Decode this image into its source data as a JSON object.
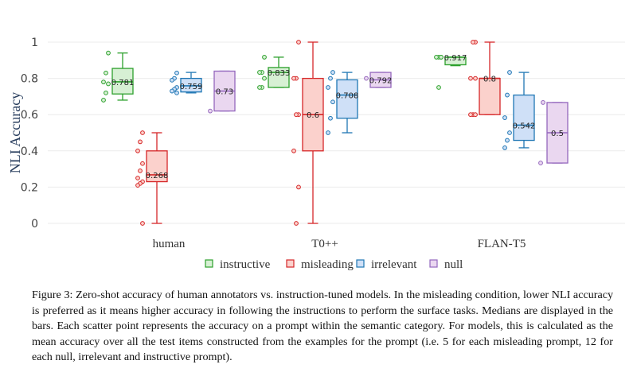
{
  "chart_data": {
    "type": "box",
    "ylabel": "NLI Accuracy",
    "ylim": [
      0,
      1
    ],
    "yticks": [
      "0",
      "0.2",
      "0.4",
      "0.6",
      "0.8",
      "1"
    ],
    "categories": [
      "human",
      "T0++",
      "FLAN-T5"
    ],
    "legend_position": "bottom",
    "grid": true,
    "series": [
      {
        "name": "instructive",
        "color": "#2ca02c",
        "fill": "#d7f0d4",
        "boxes": [
          {
            "min": 0.68,
            "q1": 0.714,
            "median": 0.781,
            "q3": 0.855,
            "max": 0.94,
            "label": "0.781",
            "points": [
              0.94,
              0.83,
              0.78,
              0.77,
              0.72,
              0.68
            ]
          },
          {
            "min": 0.75,
            "q1": 0.75,
            "median": 0.833,
            "q3": 0.86,
            "max": 0.917,
            "label": "0.833",
            "points": [
              0.917,
              0.833,
              0.833,
              0.8,
              0.75,
              0.75
            ]
          },
          {
            "min": 0.87,
            "q1": 0.875,
            "median": 0.917,
            "q3": 0.917,
            "max": 0.917,
            "label": "0.917",
            "points": [
              0.917,
              0.917,
              0.917,
              0.917,
              0.75
            ]
          }
        ]
      },
      {
        "name": "misleading",
        "color": "#d62728",
        "fill": "#fbd1cc",
        "boxes": [
          {
            "min": 0.0,
            "q1": 0.23,
            "median": 0.268,
            "q3": 0.4,
            "max": 0.5,
            "label": "0.268",
            "points": [
              0.5,
              0.45,
              0.4,
              0.33,
              0.29,
              0.25,
              0.23,
              0.22,
              0.21,
              0.0
            ]
          },
          {
            "min": 0.0,
            "q1": 0.4,
            "median": 0.6,
            "q3": 0.8,
            "max": 1.0,
            "label": "0.6",
            "points": [
              1.0,
              0.8,
              0.8,
              0.6,
              0.6,
              0.4,
              0.2,
              0.0
            ]
          },
          {
            "min": 0.6,
            "q1": 0.6,
            "median": 0.8,
            "q3": 0.8,
            "max": 1.0,
            "label": "0.8",
            "points": [
              1.0,
              1.0,
              0.8,
              0.8,
              0.6,
              0.6,
              0.6
            ]
          }
        ]
      },
      {
        "name": "irrelevant",
        "color": "#1f77b4",
        "fill": "#cfe0f7",
        "boxes": [
          {
            "min": 0.72,
            "q1": 0.725,
            "median": 0.759,
            "q3": 0.8,
            "max": 0.833,
            "label": "0.759",
            "points": [
              0.83,
              0.8,
              0.79,
              0.75,
              0.74,
              0.73,
              0.72
            ]
          },
          {
            "min": 0.5,
            "q1": 0.58,
            "median": 0.708,
            "q3": 0.792,
            "max": 0.833,
            "label": "0.708",
            "points": [
              0.833,
              0.8,
              0.75,
              0.67,
              0.58,
              0.5
            ]
          },
          {
            "min": 0.417,
            "q1": 0.458,
            "median": 0.542,
            "q3": 0.708,
            "max": 0.833,
            "label": "0.542",
            "points": [
              0.833,
              0.708,
              0.583,
              0.5,
              0.458,
              0.417
            ]
          }
        ]
      },
      {
        "name": "null",
        "color": "#9467bd",
        "fill": "#ead7f0",
        "boxes": [
          {
            "min": 0.62,
            "q1": 0.62,
            "median": 0.73,
            "q3": 0.84,
            "max": 0.84,
            "label": "0.73",
            "points": [
              0.62
            ]
          },
          {
            "min": 0.75,
            "q1": 0.75,
            "median": 0.792,
            "q3": 0.833,
            "max": 0.833,
            "label": "0.792",
            "points": [
              0.8
            ]
          },
          {
            "min": 0.333,
            "q1": 0.333,
            "median": 0.5,
            "q3": 0.667,
            "max": 0.667,
            "label": "0.5",
            "points": [
              0.667,
              0.333
            ]
          }
        ]
      }
    ]
  },
  "caption": "Figure 3: Zero-shot accuracy of human annotators vs. instruction-tuned models. In the misleading condition, lower NLI accuracy is preferred as it means higher accuracy in following the instructions to perform the surface tasks. Medians are displayed in the bars. Each scatter point represents the accuracy on a prompt within the semantic category. For models, this is calculated as the mean accuracy over all the test items constructed from the examples for the prompt (i.e. 5 for each misleading prompt, 12 for each null, irrelevant and instructive prompt)."
}
